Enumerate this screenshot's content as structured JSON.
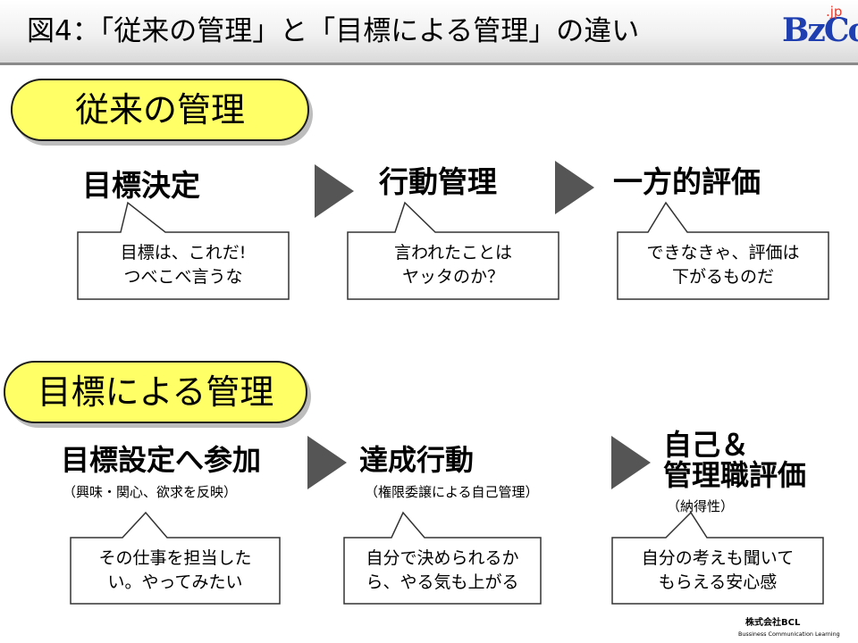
{
  "header": {
    "title": "図4：「従来の管理」と「目標による管理」の違い",
    "logo": {
      "text": "BzCom",
      "suffix": ".jp"
    }
  },
  "traditional": {
    "label": "従来の管理",
    "steps": [
      {
        "title": "目標決定",
        "bubble": [
          "目標は、これだ!",
          "つべこべ言うな"
        ]
      },
      {
        "title": "行動管理",
        "bubble": [
          "言われたことは",
          "ヤッタのか？"
        ]
      },
      {
        "title": "一方的評価",
        "bubble": [
          "できなきゃ、評価は",
          "下がるものだ"
        ]
      }
    ]
  },
  "mbo": {
    "label": "目標による管理",
    "steps": [
      {
        "title": "目標設定へ参加",
        "note": "（興味・関心、欲求を反映）",
        "bubble": [
          "その仕事を担当した",
          "い。やってみたい"
        ]
      },
      {
        "title": "達成行動",
        "note": "（権限委譲による自己管理）",
        "bubble": [
          "自分で決められるか",
          "ら、やる気も上がる"
        ]
      },
      {
        "title_lines": [
          "自己＆",
          "管理職評価"
        ],
        "note": "（納得性）",
        "bubble": [
          "自分の考えも聞いて",
          "もらえる安心感"
        ]
      }
    ]
  },
  "footer": {
    "company": "株式会社BCL",
    "tagline": "Bussiness Communication Learning"
  },
  "colors": {
    "pill_fill": "#ffff66",
    "arrow": "#555555",
    "logo": "#1f3fb0",
    "logo_suffix": "#e63b2e"
  }
}
